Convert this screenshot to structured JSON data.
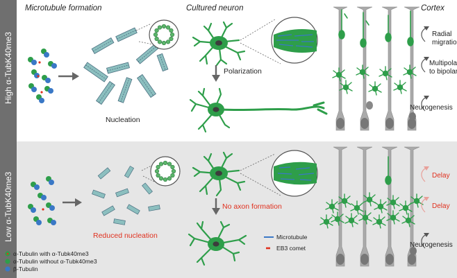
{
  "rows": [
    {
      "side_label": "High α-TubK40me3"
    },
    {
      "side_label": "Low α-TubK40me3"
    }
  ],
  "headers": {
    "microtubule": "Microtubule formation",
    "neuron": "Cultured neuron",
    "cortex": "Cortex"
  },
  "high": {
    "nucleation": "Nucleation",
    "polarization": "Polarization",
    "radial": "Radial\nmigration",
    "multipolar": "Multipolar\nto bipolar",
    "neurogenesis": "Neurogenesis"
  },
  "low": {
    "nucleation": "Reduced nucleation",
    "no_axon": "No axon formation",
    "delay1": "Delay",
    "delay2": "Delay",
    "neurogenesis": "Neurogenesis"
  },
  "legend": {
    "tubulin_with": "α-Tubulin with α-Tubk40me3",
    "tubulin_without": "α-Tubulin without α-Tubk40me3",
    "beta": "β-Tubulin",
    "microtubule": "Microtubule",
    "eb3": "EB3 comet"
  },
  "colors": {
    "green": "#2e9e4a",
    "blue": "#3a78c6",
    "red": "#e0301e",
    "grey_panel": "#e6e6e6",
    "side_bar": "#6f6f6f",
    "nucleus": "#3c3c3c"
  }
}
